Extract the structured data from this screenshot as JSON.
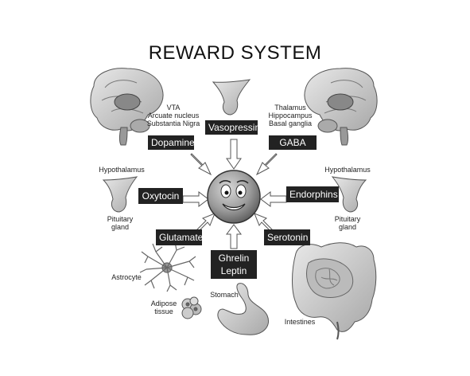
{
  "title": "REWARD SYSTEM",
  "center": {
    "icon": "smiling-face-icon"
  },
  "neurotransmitters": {
    "dopamine": "Dopamine",
    "vasopressin": "Vasopressin",
    "gaba": "GABA",
    "oxytocin": "Oxytocin",
    "endorphins": "Endorphins",
    "glutamate": "Glutamate",
    "serotonin": "Serotonin",
    "ghrelin": "Ghrelin",
    "leptin": "Leptin"
  },
  "labels": {
    "dopamine_sources": [
      "VTA",
      "Arcuate nucleus",
      "Substantia Nigra"
    ],
    "gaba_sources": [
      "Thalamus",
      "Hippocampus",
      "Basal ganglia"
    ],
    "hypothalamus_left": "Hypothalamus",
    "pituitary_left": [
      "Pituitary",
      "gland"
    ],
    "hypothalamus_right": "Hypothalamus",
    "pituitary_right": [
      "Pituitary",
      "gland"
    ],
    "astrocyte": "Astrocyte",
    "adipose": [
      "Adipose",
      "tissue"
    ],
    "stomach": "Stomach",
    "intestines": "Intestines"
  },
  "icons": [
    "brain-left-icon",
    "brain-right-icon",
    "pituitary-icon",
    "astrocyte-icon",
    "adipose-cell-icon",
    "stomach-icon",
    "intestines-icon",
    "arrow-icon"
  ],
  "colors": {
    "box_bg": "#222222",
    "box_text": "#ffffff",
    "organ_fill": "#c8c8c8",
    "face_fill": "#9a9a9a"
  }
}
